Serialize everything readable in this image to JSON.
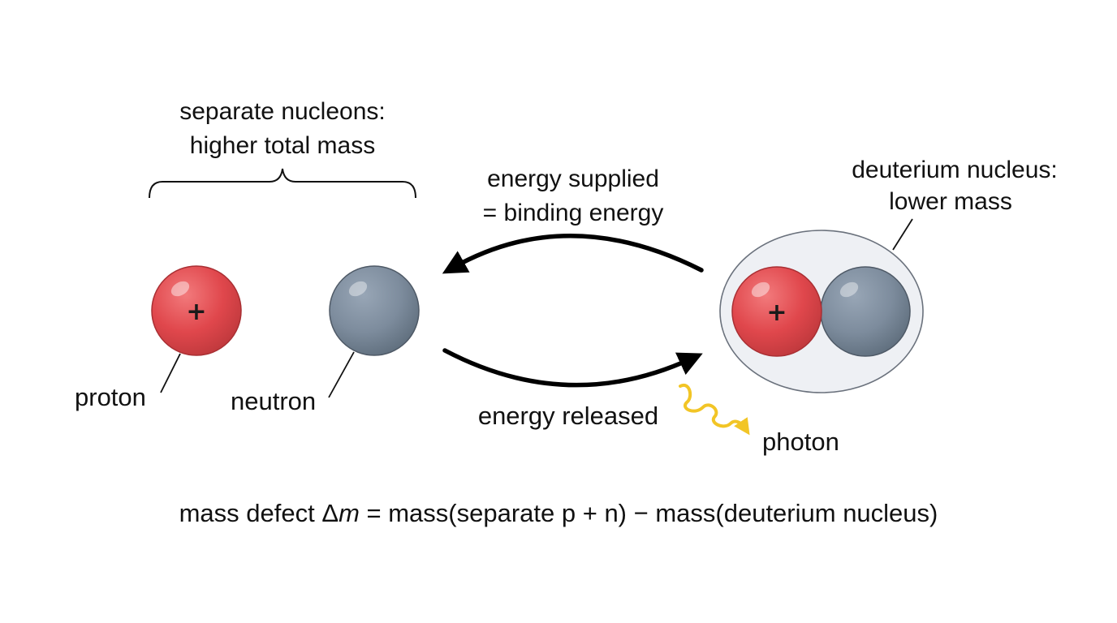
{
  "labels": {
    "separate_line1": "separate nucleons:",
    "separate_line2": "higher total mass",
    "supplied_line1": "energy supplied",
    "supplied_line2": "= binding energy",
    "deuterium_line1": "deuterium nucleus:",
    "deuterium_line2": "lower mass",
    "proton": "proton",
    "neutron": "neutron",
    "released": "energy released",
    "photon": "photon",
    "plus_sign": "+"
  },
  "equation": {
    "prefix": "mass defect ",
    "delta": "Δ",
    "m": "m",
    "suffix": " = mass(separate p + n) − mass(deuterium nucleus)"
  },
  "colors": {
    "proton": "#e0474c",
    "neutron": "#77889a",
    "photon": "#f2c526",
    "nucleus_fill": "#eef0f4",
    "nucleus_stroke": "#6a717c",
    "arrow": "#000000"
  }
}
